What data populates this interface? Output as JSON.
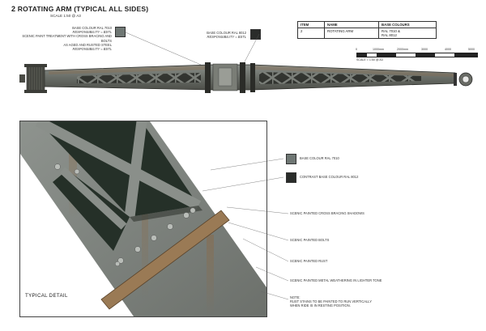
{
  "header": {
    "number": "2",
    "title": "ROTATING ARM (TYPICAL ALL SIDES)",
    "scale": "SCALE 1:50 @ A3"
  },
  "left_note": {
    "line1": "BASE COLOUR RAL 7010",
    "line2": "RESPONSIBILITY = BSTL",
    "line3": "SCENIC PAINT TREATMENT WITH CROSS BRACING AND BOLTS",
    "line4": "AS AGED AND RUSTED STEEL",
    "line5": "RESPONSIBILITY = BSTL"
  },
  "mid_note": {
    "line1": "BASE COLOUR RAL 8012",
    "line2": "RESPONSIBILITY = BSTL"
  },
  "key_table": {
    "headers": [
      "ITEM",
      "NAME",
      "BASE COLOURS"
    ],
    "rows": [
      {
        "item": "2",
        "name": "ROTATING ARM",
        "colour1": "RAL 7010 &",
        "colour2": "RAL 8012"
      }
    ]
  },
  "scale_bar": {
    "ticks": [
      "0",
      "1000mm",
      "2000mm",
      "3000",
      "4000",
      "5000"
    ],
    "caption": "SCALE = 1:50 @ A3"
  },
  "callouts": {
    "base_colour": "BASE COLOUR RAL 7010",
    "contrast_colour": "CONTRAST BASE COLOUR RAL 8012",
    "shadows": "SCENIC PAINTED CROSS BRACING SHADOWS",
    "bolts": "SCENIC PAINTED BOLTS",
    "rust": "SCENIC PAINTED RUST",
    "weathering": "SCENIC PAINTED METAL WEATHERING IN LIGHTER TONE",
    "note_label": "NOTE:",
    "note_line1": "RUST STAINS TO BE PAINTED TO RUN VERTICALLY",
    "note_line2": "WHEN RIDE IS IN RESTING POSITION."
  },
  "detail": {
    "title": "TYPICAL DETAIL"
  },
  "colors": {
    "ral7010": "#6f7774",
    "ral8012": "#2a2c2a",
    "rust": "#8a6a48"
  }
}
